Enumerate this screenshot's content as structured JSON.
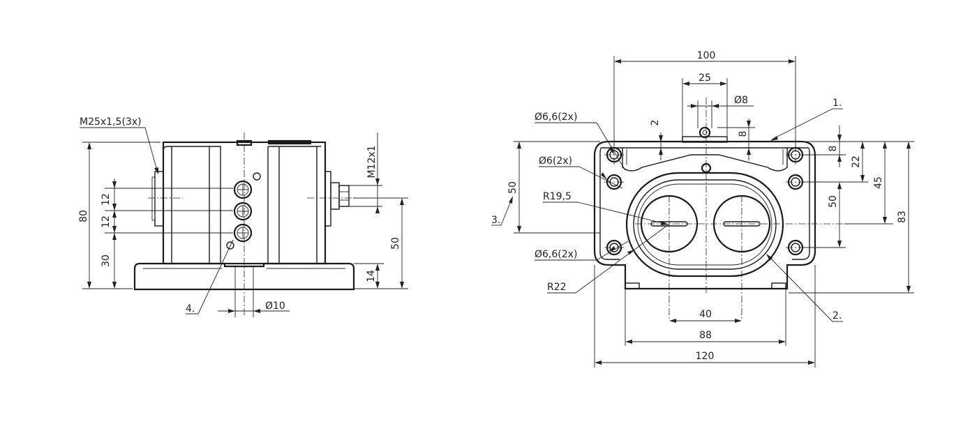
{
  "side_view": {
    "thread_callout": "M25x1,5(3x)",
    "connector_callout": "M12x1",
    "dim_total_height": "80",
    "dim_pitch_1": "12",
    "dim_pitch_2": "12",
    "dim_base_to_center": "30",
    "dim_connector_height": "50",
    "dim_base_thickness": "14",
    "dim_hole_diameter": "Ø10",
    "item_label": "4."
  },
  "front_view": {
    "dim_width_top": "100",
    "dim_width_25": "25",
    "dim_dia_8": "Ø8",
    "dim_2": "2",
    "dim_8_vertical": "8",
    "callout_hole_a": "Ø6,6(2x)",
    "callout_hole_b": "Ø6(2x)",
    "callout_hole_c": "Ø6,6(2x)",
    "callout_r19": "R19,5",
    "callout_r22": "R22",
    "dim_left_50": "50",
    "dim_right_8": "8",
    "dim_right_22": "22",
    "dim_right_45": "45",
    "dim_right_50": "50",
    "dim_right_83": "83",
    "dim_40": "40",
    "dim_88": "88",
    "dim_120": "120",
    "item_1": "1.",
    "item_2": "2.",
    "item_3": "3."
  }
}
